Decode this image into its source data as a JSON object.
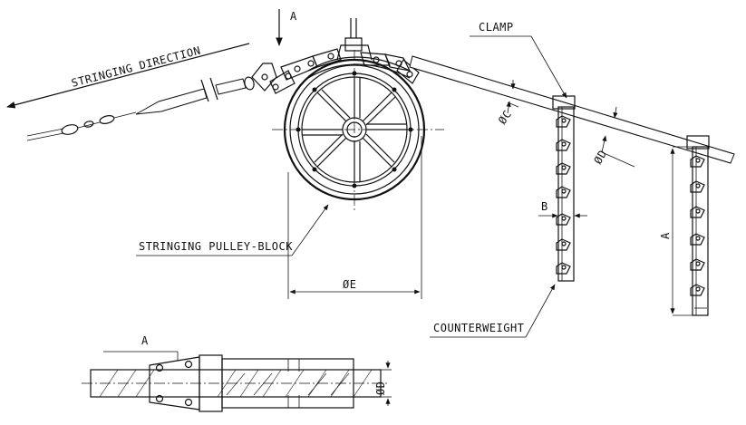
{
  "labels": {
    "view_marker_top": "A",
    "stringing_direction": "STRINGING DIRECTION",
    "clamp": "CLAMP",
    "dim_c": "ØC",
    "dim_d": "ØD",
    "dim_b": "B",
    "dim_a": "A",
    "stringing_pulley_block": "STRINGING PULLEY-BLOCK",
    "dim_e": "ØE",
    "counterweight": "COUNTERWEIGHT",
    "view_marker_bottom": "A",
    "dim_d_section": "ØD"
  },
  "colors": {
    "ink": "#111111",
    "paper": "#ffffff"
  }
}
